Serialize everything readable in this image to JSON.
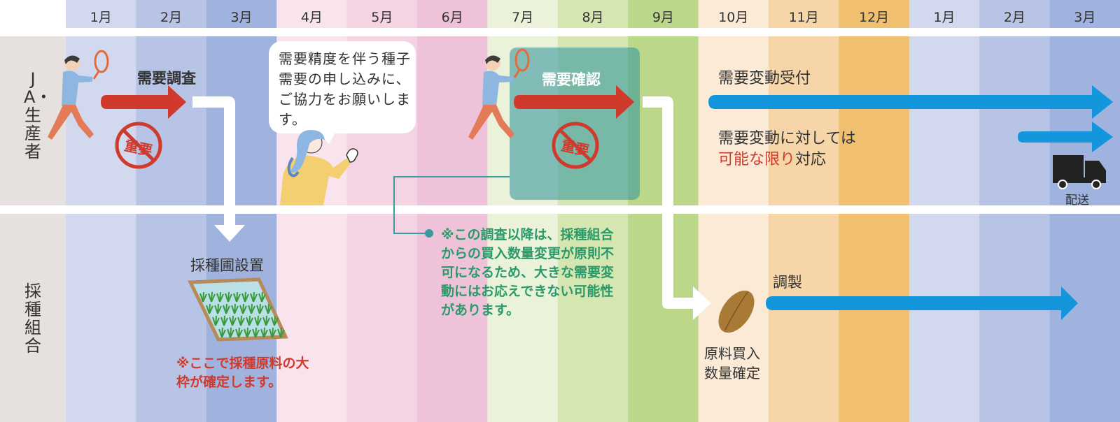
{
  "months": [
    "1月",
    "2月",
    "3月",
    "4月",
    "5月",
    "6月",
    "7月",
    "8月",
    "9月",
    "10月",
    "11月",
    "12月",
    "1月",
    "2月",
    "3月"
  ],
  "rows": {
    "top_label": "JA・生産者",
    "bottom_label": "採種組合"
  },
  "labels": {
    "demand_survey": "需要調査",
    "important_1": "重要",
    "demand_confirm": "需要確認",
    "important_2": "重要",
    "demand_change_accept": "需要変動受付",
    "demand_change_response_1": "需要変動に対しては",
    "demand_change_response_red": "可能な限り",
    "demand_change_response_2": "対応",
    "delivery": "配送",
    "seed_field_setup": "採種圃設置",
    "raw_purchase_1": "原料買入",
    "raw_purchase_2": "数量確定",
    "preparation": "調製"
  },
  "notes": {
    "bubble": "需要精度を伴う種子需要の申し込みに、ご協力をお願いします。",
    "green": "※この調査以降は、採種組合からの買入数量変更が原則不可になるため、大きな需要変動にはお応えできない可能性があります。",
    "red": "※ここで採種原料の大枠が確定します。"
  },
  "colors": {
    "month_bands": [
      "#d2d9ee",
      "#b8c4e6",
      "#a0b2de",
      "#f9e4ee",
      "#f4d3e3",
      "#eec2d8",
      "#eaf2da",
      "#d5e6b1",
      "#bbd88a",
      "#fbebd6",
      "#f6d6a8",
      "#f0c070",
      "#d2d9ee",
      "#b8c4e6",
      "#a0b2de"
    ],
    "red_arrow": "#d03a2c",
    "blue_arrow": "#1496dc",
    "green_text": "#2a9a6a",
    "confirm_box": "#3a9a9e"
  }
}
